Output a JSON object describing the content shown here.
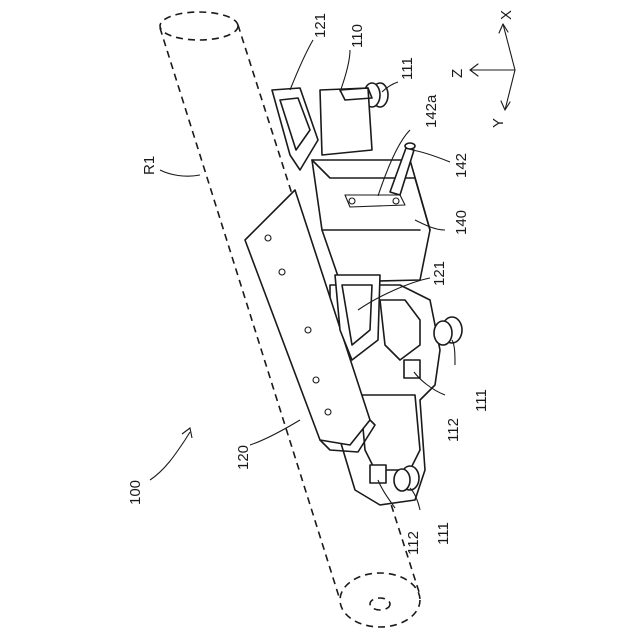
{
  "axes": {
    "x": "X",
    "y": "Y",
    "z": "Z"
  },
  "labels": {
    "robot": "100",
    "rail": "R1",
    "base_plate": "120",
    "bracket_top": "121",
    "bracket_mid": "121",
    "drive_unit": "110",
    "wheel_top": "111",
    "wheel_right": "111",
    "wheel_bottom": "111",
    "roller_mid": "112",
    "roller_bottom": "112",
    "module": "140",
    "lever": "142",
    "lever_base": "142a"
  }
}
